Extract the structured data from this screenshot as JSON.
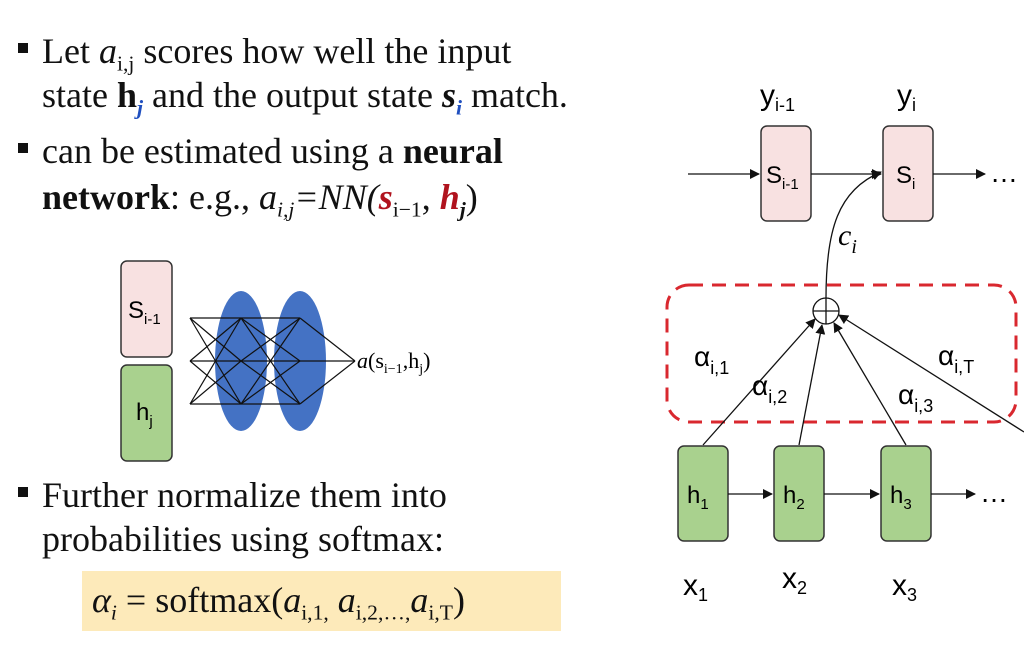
{
  "bullets": {
    "b1": {
      "let": "Let",
      "a": "a",
      "ij": "i,j",
      "scores": "scores how well the input",
      "state": "state",
      "h": "h",
      "j": "j",
      "and_output": "and the output state",
      "s": "s",
      "i": "i",
      "match": "match."
    },
    "b2": {
      "line1_pre": "can be estimated using a",
      "neural": "neural",
      "network": "network",
      "eg": ": e.g.,",
      "a": "a",
      "ij": "i,j",
      "eq_nn": "=NN(",
      "s": "s",
      "i_minus_1": "i−1",
      "comma": ",",
      "h": "h",
      "j": "j",
      "close": ")"
    },
    "b3": {
      "line1": "Further normalize them into",
      "line2": "probabilities using softmax:"
    }
  },
  "formula": {
    "alpha": "α",
    "i": "i",
    "eq": "= softmax(",
    "a": "a",
    "sub1": "i,1,",
    "sub2": "i,2,…,",
    "subT": "i,T",
    "close": ")"
  },
  "nn_diagram": {
    "s_label": "S",
    "s_sub": "i-1",
    "h_label": "h",
    "h_sub": "j",
    "output_a": "a",
    "output_open": "(s",
    "output_sub_s": "i−1",
    "output_mid": ",h",
    "output_sub_h": "j",
    "output_close": ")"
  },
  "attention_diagram": {
    "y_prev": "y",
    "y_prev_sub": "i-1",
    "y_cur": "y",
    "y_cur_sub": "i",
    "s_prev": "S",
    "s_prev_sub": "i-1",
    "s_cur": "S",
    "s_cur_sub": "i",
    "ellipsis_top": "…",
    "ellipsis_bottom": "…",
    "c": "c",
    "c_sub": "i",
    "alpha1": "α",
    "alpha1_sub": "i,1",
    "alpha2": "α",
    "alpha2_sub": "i,2",
    "alpha3": "α",
    "alpha3_sub": "i,3",
    "alphaT": "α",
    "alphaT_sub": "i,T",
    "h1": "h",
    "h1_sub": "1",
    "h2": "h",
    "h2_sub": "2",
    "h3": "h",
    "h3_sub": "3",
    "x1": "x",
    "x1_sub": "1",
    "x2": "x",
    "x2_sub": "2",
    "x3": "x",
    "x3_sub": "3"
  },
  "colors": {
    "pink_box": "#f8e1e1",
    "green_box": "#a9d18e",
    "blue_ellipse": "#4472c4",
    "dashed_red": "#d9282f",
    "formula_bg": "#fdeaba"
  }
}
